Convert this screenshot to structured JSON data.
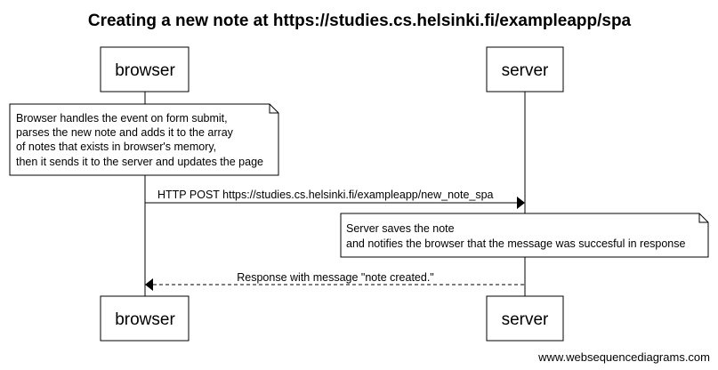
{
  "title": "Creating a new note at https://studies.cs.helsinki.fi/exampleapp/spa",
  "participants": {
    "browser": "browser",
    "server": "server"
  },
  "note_browser": {
    "lines": [
      "Browser handles the event on form submit,",
      "parses the new note and adds it to the array",
      "of notes that exists in browser's memory,",
      "then it sends it to the server and updates the page"
    ]
  },
  "message_post": {
    "label": "HTTP POST https://studies.cs.helsinki.fi/exampleapp/new_note_spa",
    "style": "solid"
  },
  "note_server": {
    "lines": [
      "Server saves the note",
      "and notifies the browser that the message was succesful in response"
    ]
  },
  "message_response": {
    "label": "Response with message \"note created.\"",
    "style": "dashed"
  },
  "watermark": "www.websequencediagrams.com"
}
